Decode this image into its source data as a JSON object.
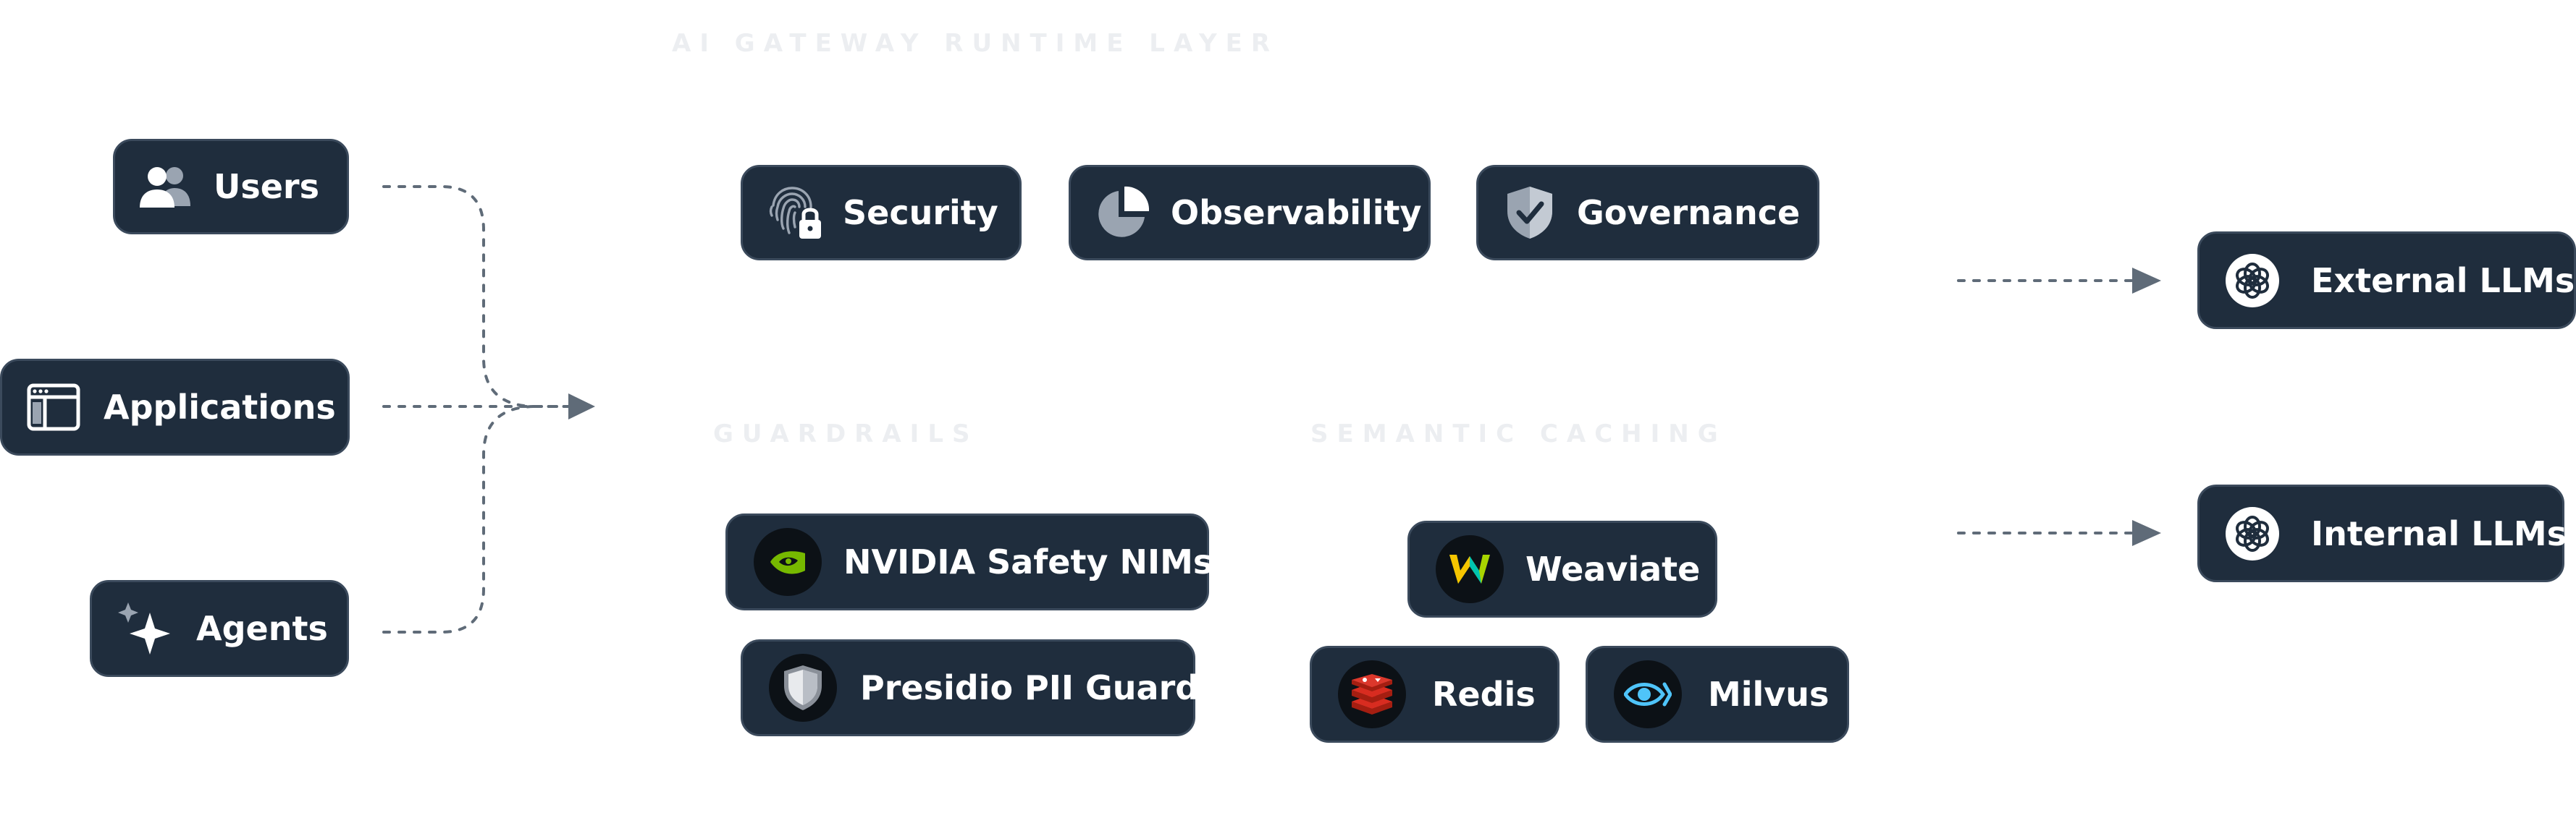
{
  "title": "AI GATEWAY RUNTIME LAYER",
  "sections": {
    "guardrails": "GUARDRAILS",
    "semantic_caching": "SEMANTIC CACHING"
  },
  "sources": {
    "users": "Users",
    "applications": "Applications",
    "agents": "Agents"
  },
  "capabilities": {
    "security": "Security",
    "observability": "Observability",
    "governance": "Governance"
  },
  "guardrails": {
    "nvidia": "NVIDIA Safety NIMs",
    "presidio": "Presidio PII Guard"
  },
  "caching": {
    "weaviate": "Weaviate",
    "redis": "Redis",
    "milvus": "Milvus"
  },
  "targets": {
    "external": "External LLMs",
    "internal": "Internal LLMs"
  },
  "colors": {
    "node_bg": "#1f2d3d",
    "node_border": "#3b4a5c",
    "connector": "#5f6b78",
    "section_label": "#eceef1"
  },
  "icons": {
    "users": "users-icon",
    "applications": "browser-window-icon",
    "agents": "sparkle-icon",
    "security": "fingerprint-lock-icon",
    "observability": "pie-chart-icon",
    "governance": "shield-check-icon",
    "nvidia": "nvidia-logo-icon",
    "presidio": "shield-logo-icon",
    "weaviate": "weaviate-logo-icon",
    "redis": "redis-logo-icon",
    "milvus": "milvus-eye-icon",
    "external": "openai-logo-icon",
    "internal": "openai-logo-icon"
  }
}
